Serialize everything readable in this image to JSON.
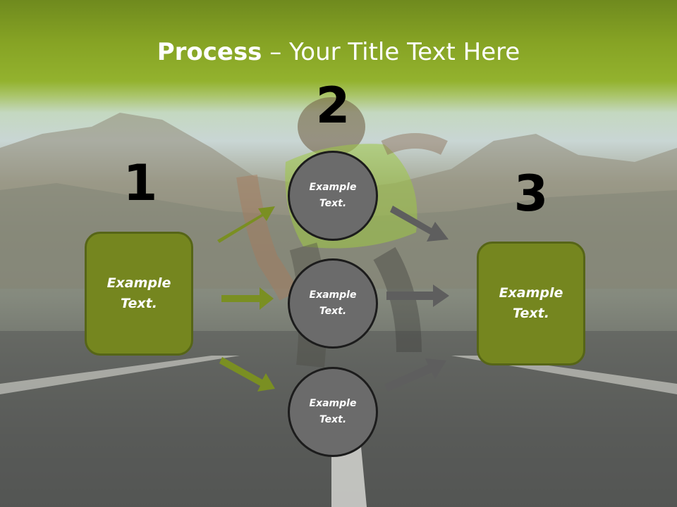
{
  "slide": {
    "title_strong": "Process",
    "title_rest": " – Your Title Text Here"
  },
  "steps": [
    {
      "number": "1",
      "label": "Example Text."
    },
    {
      "number": "2",
      "labels": [
        "Example Text.",
        "Example Text.",
        "Example Text."
      ]
    },
    {
      "number": "3",
      "label": "Example Text."
    }
  ],
  "colors": {
    "box_fill": "#75861f",
    "circle_fill": "#6b6b6b",
    "green_arrow": "#7a8f22",
    "gray_arrow": "#5e5e5e"
  }
}
